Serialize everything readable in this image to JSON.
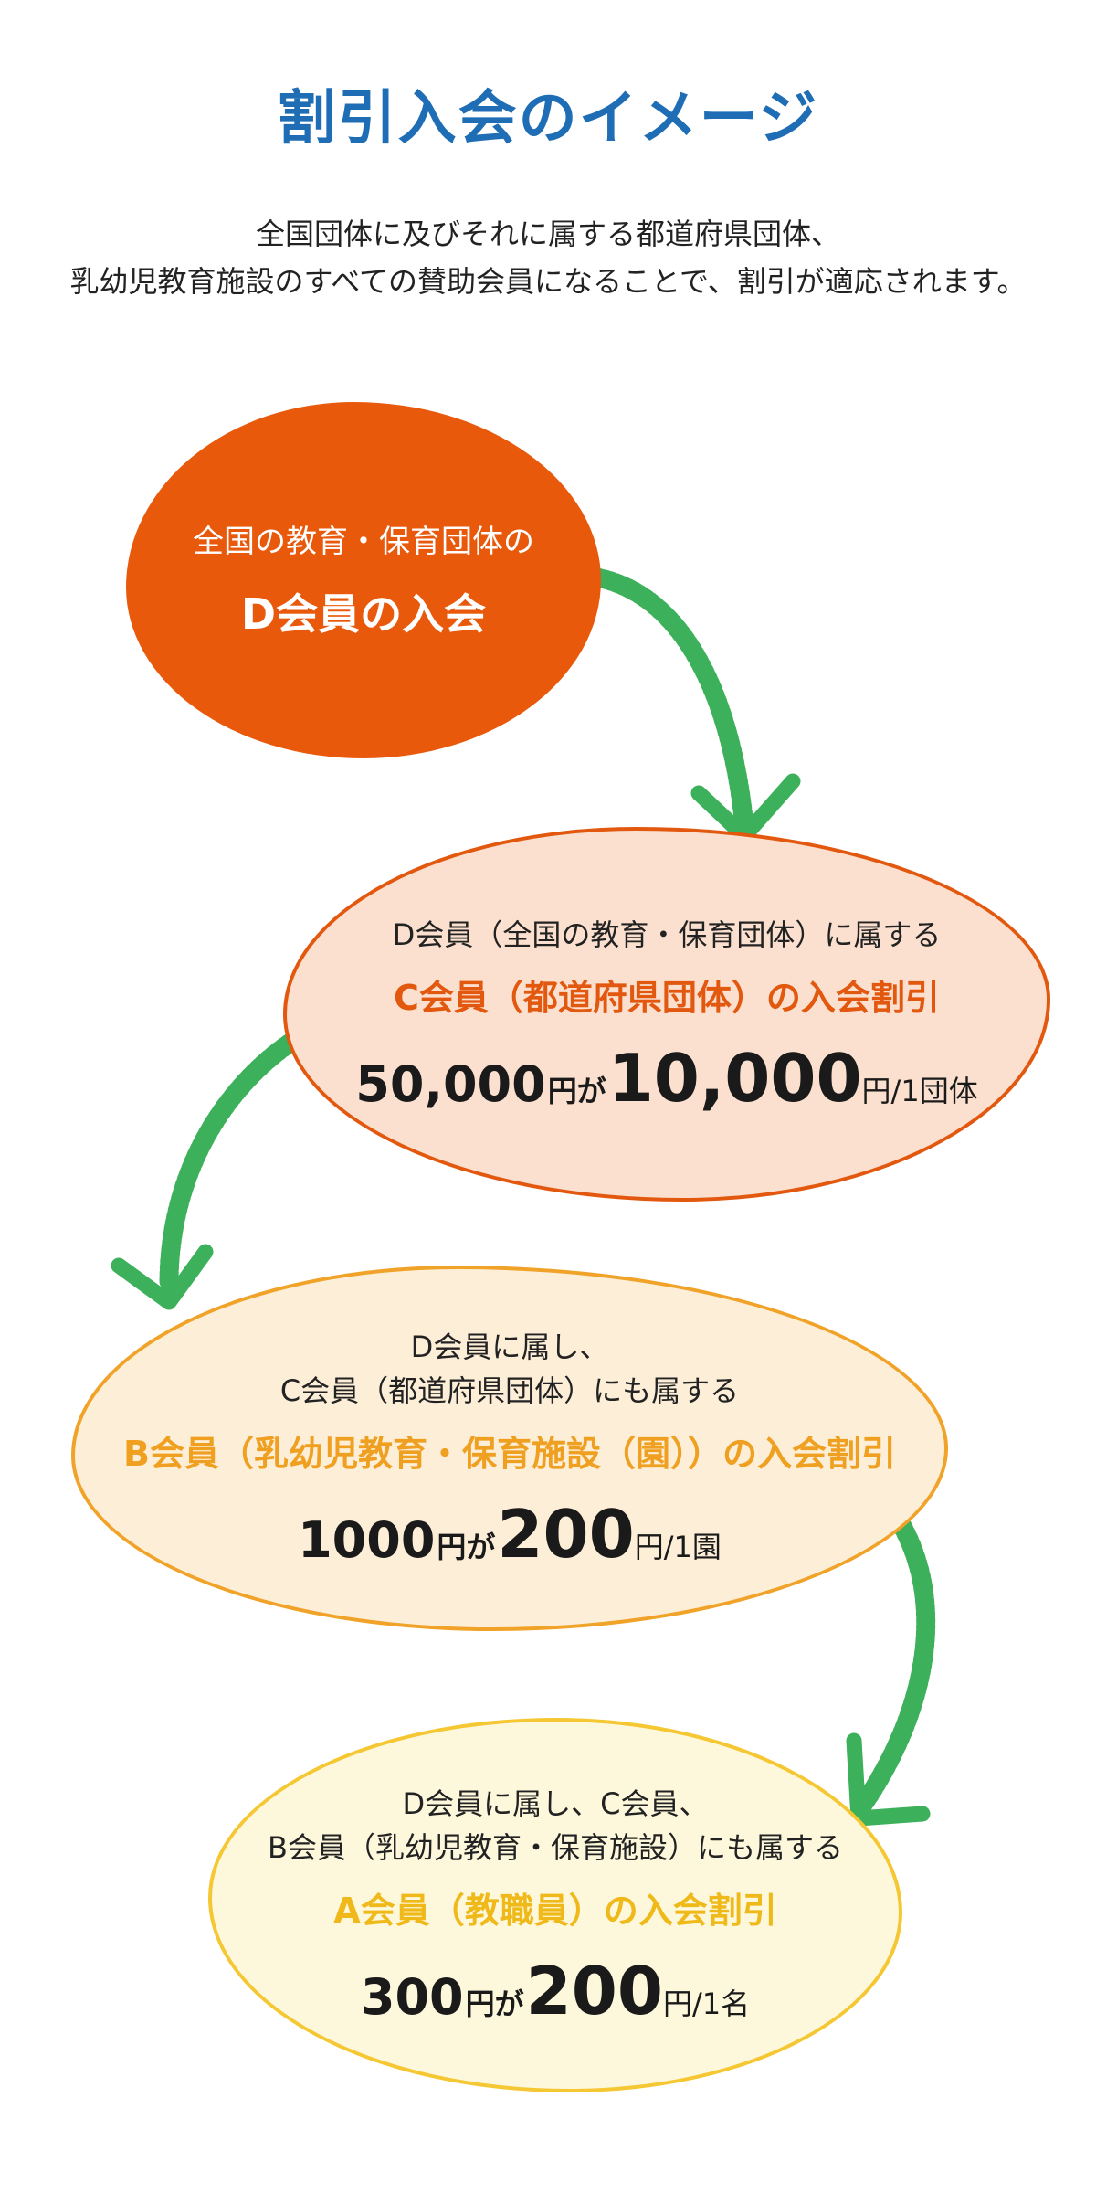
{
  "title": "割引入会のイメージ",
  "intro": {
    "line1": "全国団体に及びそれに属する都道府県団体、",
    "line2": "乳幼児教育施設のすべての賛助会員になることで、割引が適応されます。"
  },
  "d_member": {
    "sub": "全国の教育・保育団体の",
    "main": "D会員の入会"
  },
  "c_member": {
    "desc": "D会員（全国の教育・保育団体）に属する",
    "head": "C会員（都道府県団体）の入会割引",
    "price_from": "50,000",
    "unit": "円が",
    "price_to": "10,000",
    "suffix": "円/1団体"
  },
  "b_member": {
    "desc1": "D会員に属し、",
    "desc2": "C会員（都道府県団体）にも属する",
    "head": "B会員（乳幼児教育・保育施設（園））の入会割引",
    "price_from": "1000",
    "unit": "円が",
    "price_to": "200",
    "suffix": "円/1園"
  },
  "a_member": {
    "desc1": "D会員に属し、C会員、",
    "desc2": "B会員（乳幼児教育・保育施設）にも属する",
    "head": "A会員（教職員）の入会割引",
    "price_from": "300",
    "unit": "円が",
    "price_to": "200",
    "suffix": "円/1名"
  },
  "colors": {
    "title": "#1f6eb5",
    "d_fill": "#e8590c",
    "c_border": "#e2580f",
    "c_fill": "#fbe0cf",
    "b_border": "#f0a328",
    "b_fill": "#fdeed8",
    "a_border": "#f5c733",
    "a_fill": "#fdf8dc",
    "arrow": "#3cb05a"
  }
}
